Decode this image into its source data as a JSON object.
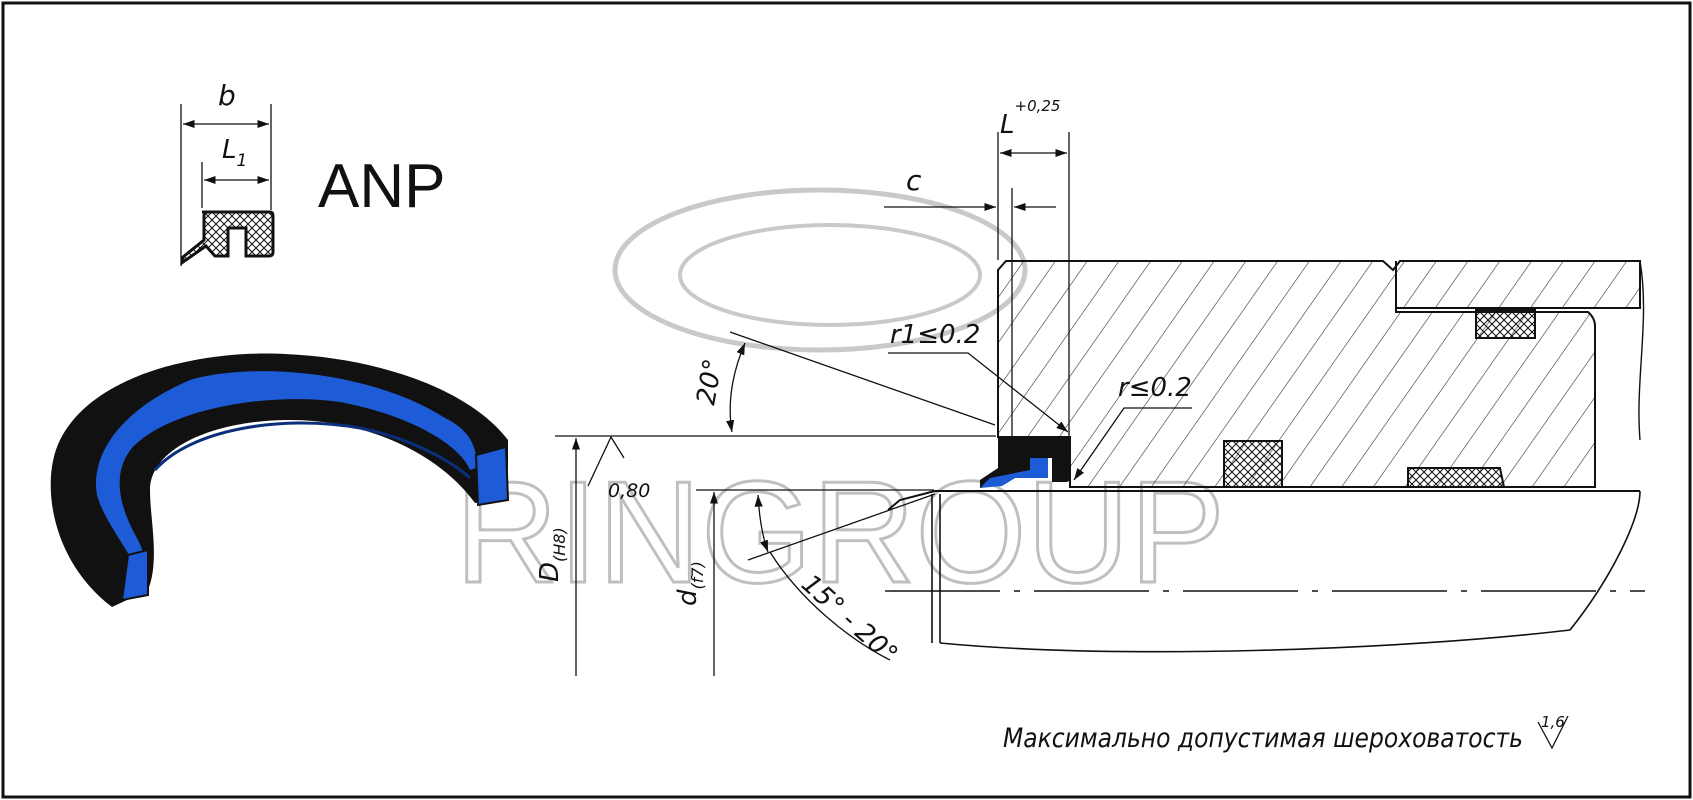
{
  "profile_code": "ANP",
  "profile_dimensions": {
    "b": "b",
    "l1_base": "L",
    "l1_sub": "1"
  },
  "groove_dimensions": {
    "length_base": "L",
    "length_tolerance": "+0,25",
    "chamfer": "c",
    "radius_1": "r1≤0.2",
    "radius_2": "r≤0.2",
    "angle": "20°",
    "chamfer_angle": "15° - 20°",
    "roughness": "0,80",
    "bore_base": "D",
    "bore_sub": "(H8)",
    "rod_base": "d",
    "rod_sub": "(f7)"
  },
  "note": {
    "text": "Максимально допустимая шероховатость",
    "value": "1,6"
  },
  "watermark": "RINGROUP",
  "colors": {
    "seal_body": "#111111",
    "seal_lip": "#1e5bd6",
    "line": "#111111",
    "watermark": "#b9b9b9"
  }
}
